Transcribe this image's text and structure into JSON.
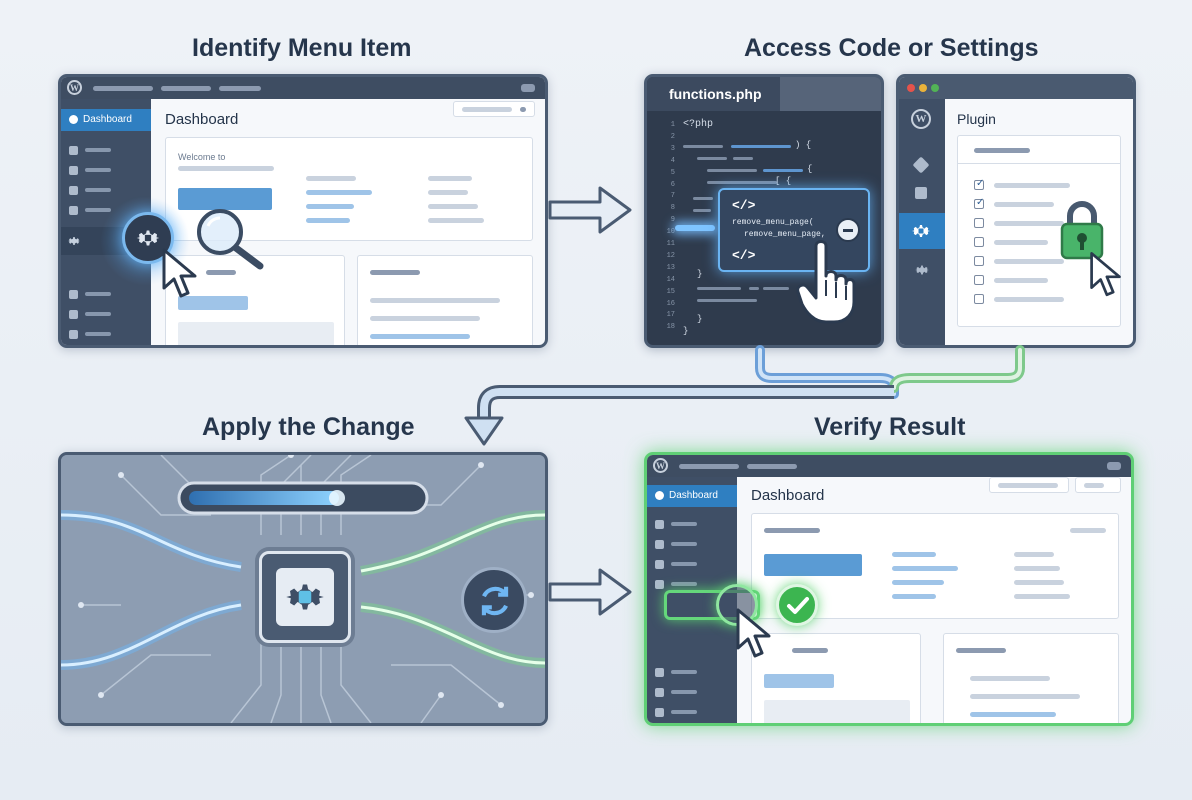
{
  "steps": [
    {
      "title": "Identify Menu Item"
    },
    {
      "title": "Access Code or Settings"
    },
    {
      "title": "Apply the Change"
    },
    {
      "title": "Verify Result"
    }
  ],
  "panel1": {
    "sidebar_active": "Dashboard",
    "page_title": "Dashboard",
    "welcome_text": "Welcome to"
  },
  "panel2": {
    "file_tab": "functions.php",
    "php_open": "<?php",
    "line_numbers": [
      "1",
      "2",
      "3",
      "4",
      "5",
      "6",
      "7",
      "8",
      "9",
      "10",
      "11",
      "12",
      "13",
      "14",
      "15",
      "16",
      "17",
      "18"
    ],
    "brace_close_1": "}",
    "brace_close_2": "}",
    "brace_close_3": "}",
    "popup_tag_open": "</>",
    "popup_line_1": "remove_menu_page(",
    "popup_line_2": "remove_menu_page,",
    "popup_tag_close": "</>"
  },
  "panel3": {
    "plugin_title": "Plugin"
  },
  "panel5": {
    "sidebar_active": "Dashboard",
    "page_title": "Dashboard"
  },
  "colors": {
    "accent_blue": "#2f7fc1",
    "accent_green": "#3cb550",
    "frame": "#4a5b72"
  },
  "icons": [
    "wordpress-logo-icon",
    "gear-icon",
    "magnifier-icon",
    "cursor-icon",
    "hand-pointer-icon",
    "lock-icon",
    "chip-icon",
    "refresh-icon",
    "check-icon",
    "minus-icon"
  ]
}
